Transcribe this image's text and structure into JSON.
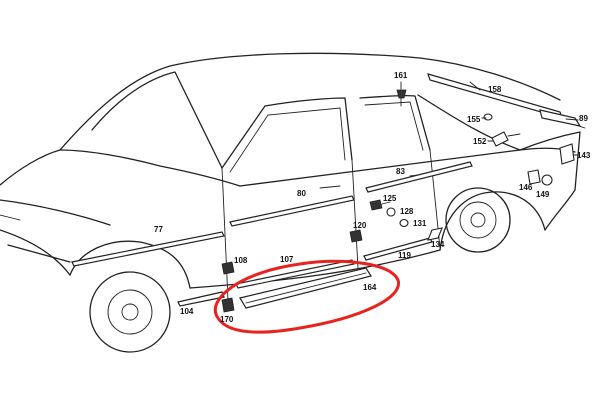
{
  "diagram": {
    "highlight_color": "#e8231f",
    "labels": {
      "p161": "161",
      "p158": "158",
      "p89": "89",
      "p155": "155",
      "p152": "152",
      "p143": "143",
      "p146": "146",
      "p149": "149",
      "p83": "83",
      "p80": "80",
      "p125": "125",
      "p128": "128",
      "p131": "131",
      "p120": "120",
      "p77": "77",
      "p108": "108",
      "p107": "107",
      "p119": "119",
      "p134": "134",
      "p164": "164",
      "p104": "104",
      "p170": "170"
    }
  }
}
